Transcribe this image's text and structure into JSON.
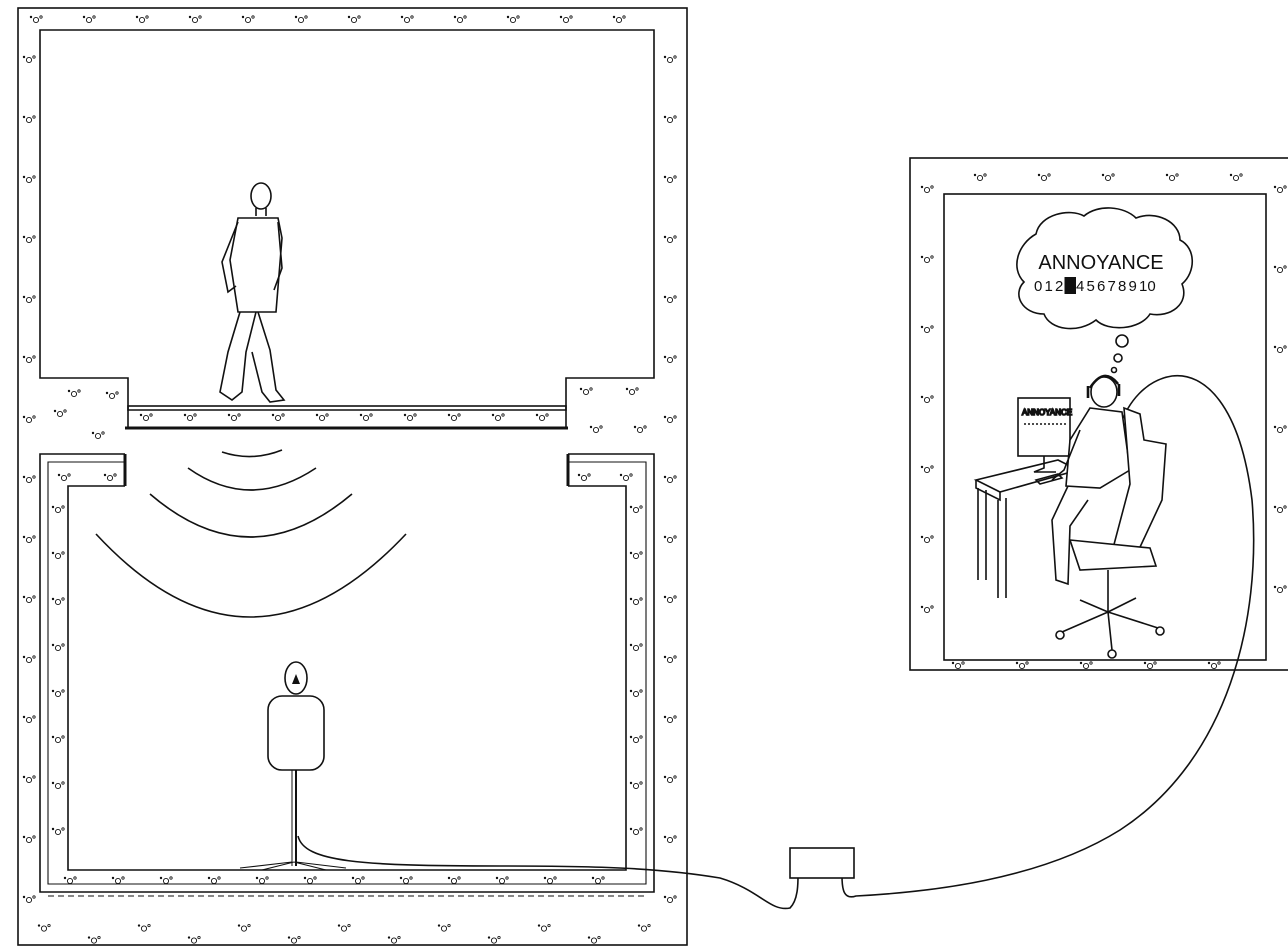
{
  "thought_bubble": {
    "heading": "ANNOYANCE",
    "scale_digits": [
      "0",
      "1",
      "2",
      "3",
      "4",
      "5",
      "6",
      "7",
      "8",
      "9",
      "10"
    ],
    "selected_digit": "3"
  },
  "monitor_screen": {
    "heading": "ANNOYANCE"
  },
  "colors": {
    "line": "#111111",
    "background": "#ffffff"
  }
}
